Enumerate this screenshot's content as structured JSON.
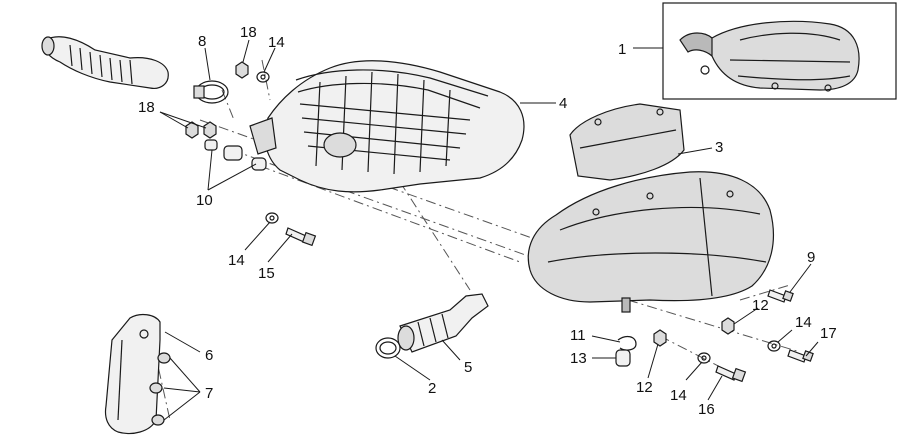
{
  "callouts": {
    "c1": "1",
    "c2": "2",
    "c3": "3",
    "c4": "4",
    "c5": "5",
    "c6": "6",
    "c7": "7",
    "c8": "8",
    "c9": "9",
    "c10": "10",
    "c11": "11",
    "c12a": "12",
    "c12b": "12",
    "c13": "13",
    "c14a": "14",
    "c14b": "14",
    "c14c": "14",
    "c14d": "14",
    "c15": "15",
    "c16": "16",
    "c17": "17",
    "c18a": "18",
    "c18b": "18"
  },
  "colors": {
    "line": "#1a1a1a",
    "fill_light": "#f1f1f1",
    "fill_mid": "#dcdcdc",
    "fill_dark": "#b9b9b9"
  }
}
